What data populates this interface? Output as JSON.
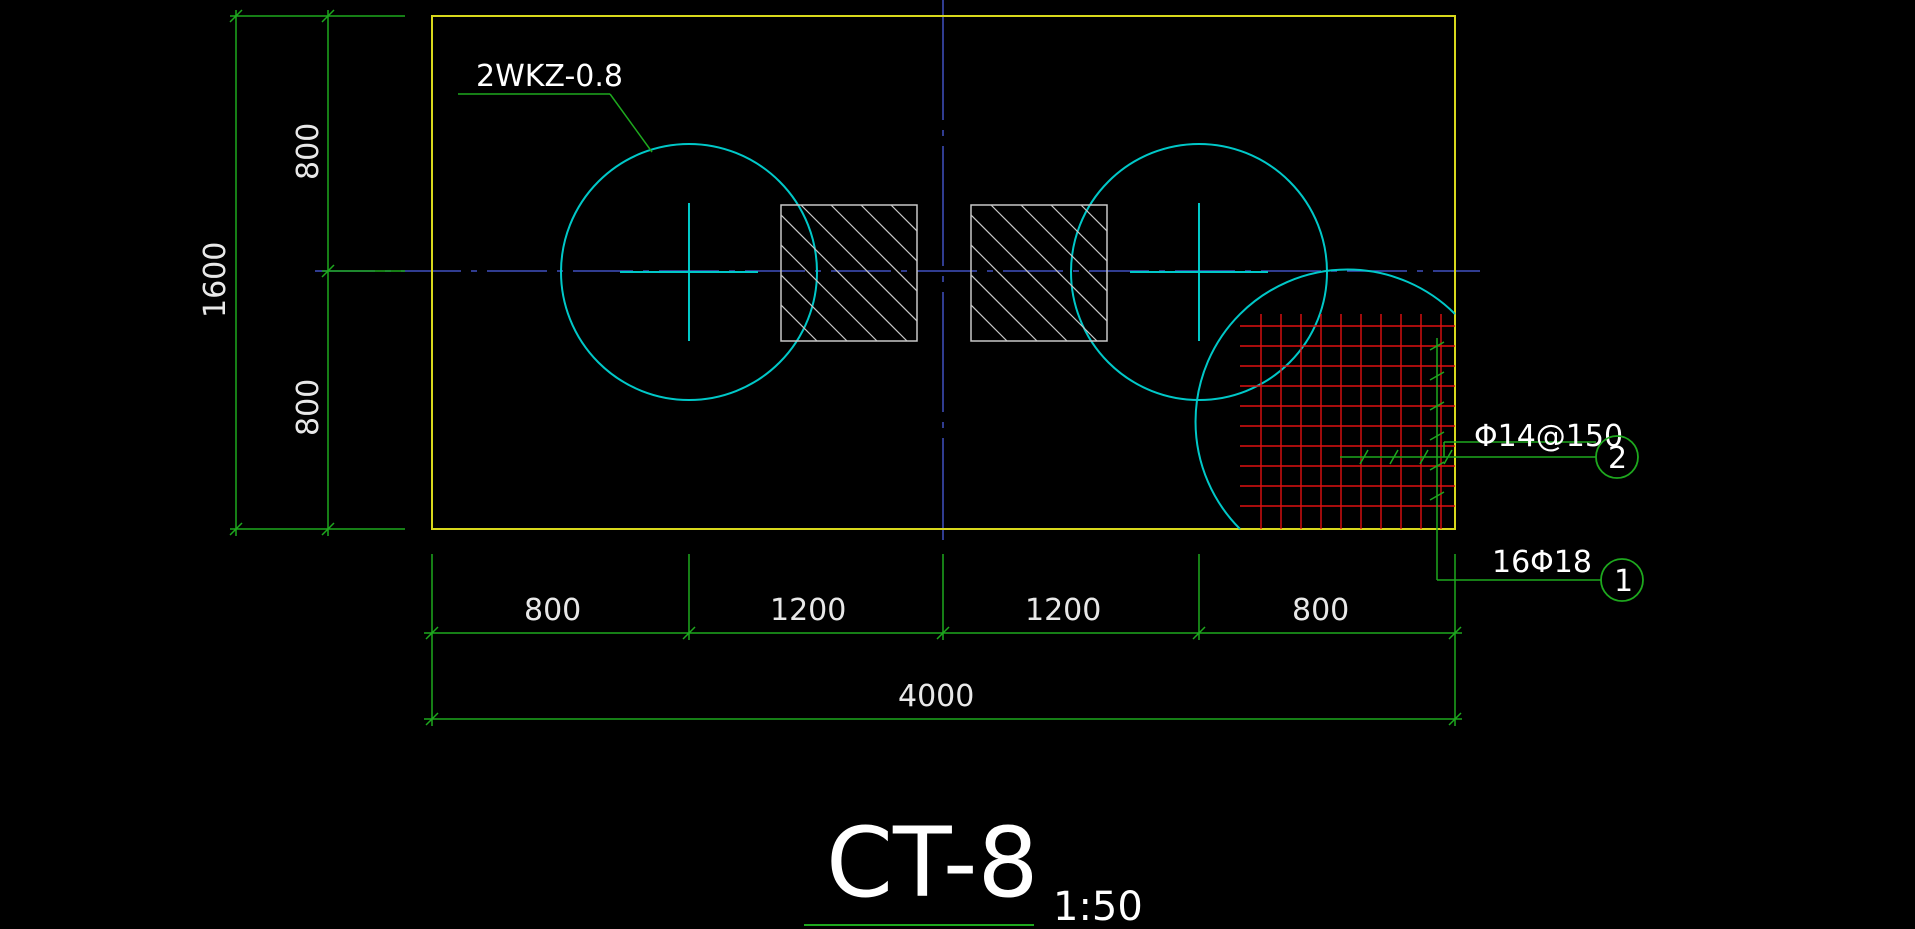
{
  "drawing": {
    "pile_label": "2WKZ-0.8",
    "rebar_stirrup": "Φ14@150",
    "rebar_main": "16Φ18",
    "marker_2": "2",
    "marker_1": "1",
    "title": "CT-8",
    "scale": "1:50"
  },
  "dimensions": {
    "left_total": "1600",
    "left_upper": "800",
    "left_lower": "800",
    "bottom_segments": [
      "800",
      "1200",
      "1200",
      "800"
    ],
    "bottom_total": "4000"
  },
  "colors": {
    "outline": "#d8d81c",
    "dimension": "#1ea81e",
    "pile": "#00c8c8",
    "axis": "#4050c0",
    "rebar": "#e01010",
    "column": "#c8c8c8"
  }
}
